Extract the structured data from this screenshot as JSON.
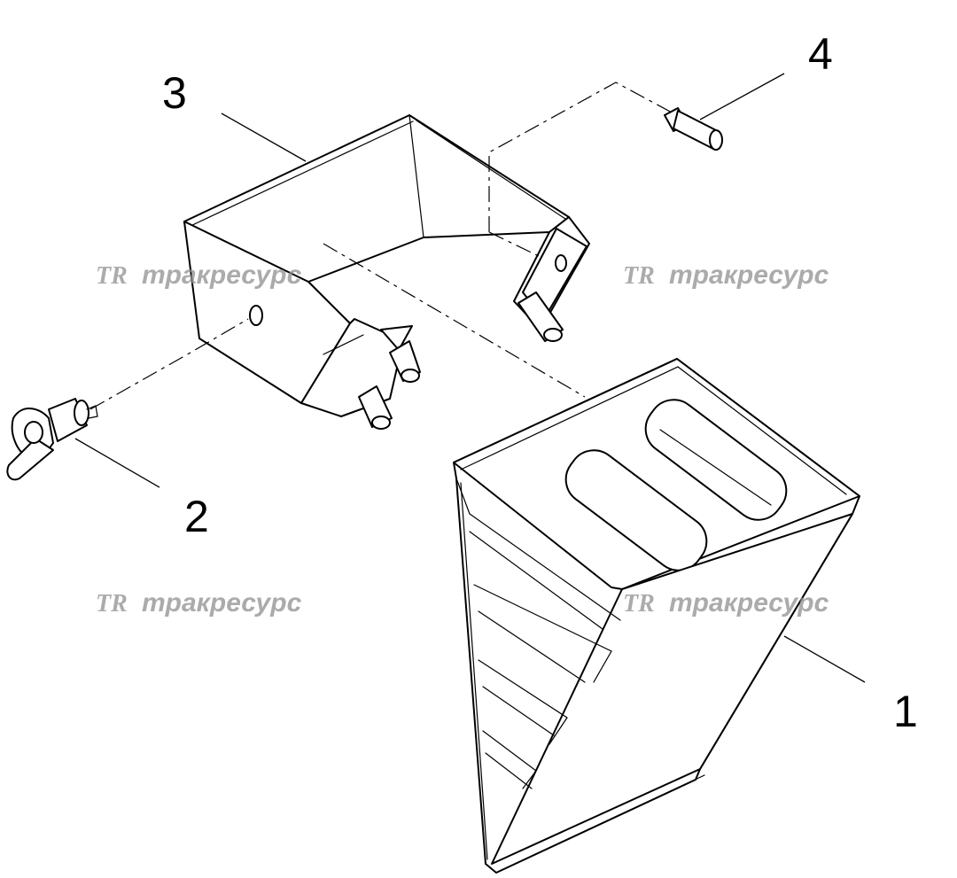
{
  "callouts": [
    {
      "id": "1",
      "label": "1"
    },
    {
      "id": "2",
      "label": "2"
    },
    {
      "id": "3",
      "label": "3"
    },
    {
      "id": "4",
      "label": "4"
    }
  ],
  "watermark": {
    "logo": "TR",
    "text": "тракресурс"
  },
  "colors": {
    "line": "#000000",
    "watermark": "#8f8f8f",
    "background": "#ffffff"
  }
}
